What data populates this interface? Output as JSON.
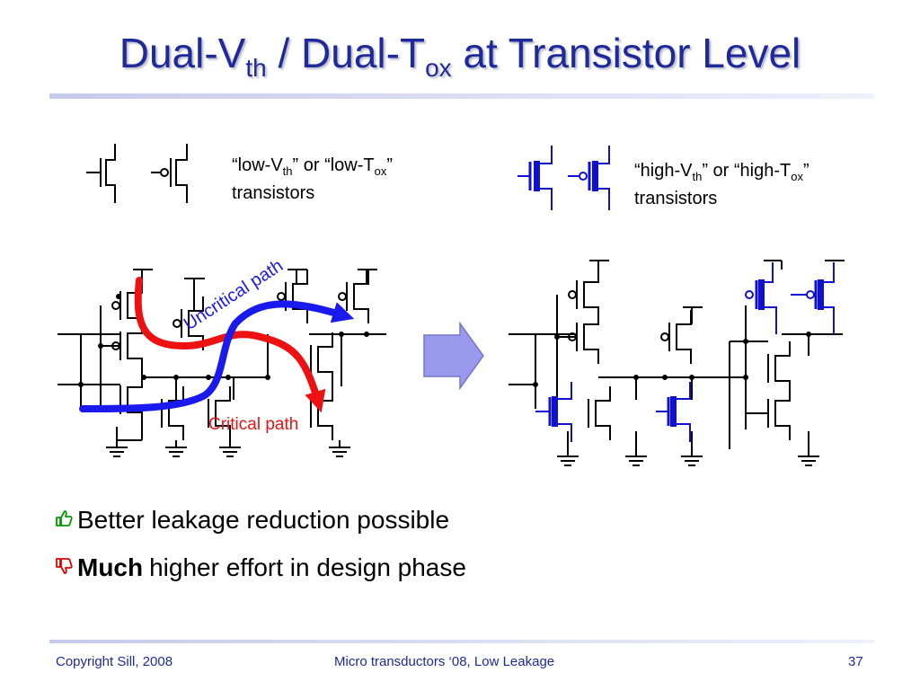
{
  "slide": {
    "title": {
      "part1": "Dual-V",
      "sub1": "th",
      "part2": " / Dual-T",
      "sub2": "ox",
      "part3": " at Transistor Level"
    },
    "legend_low": {
      "q1": "“low-V",
      "sub1": "th",
      "q2": "” or “low-T",
      "sub2": "ox",
      "q3": "”",
      "line2": "transistors"
    },
    "legend_high": {
      "q1": "“high-V",
      "sub1": "th",
      "q2": "” or “high-T",
      "sub2": "ox",
      "q3": "”",
      "line2": "transistors"
    },
    "labels": {
      "uncritical": "Uncritical path",
      "critical": "Critical path"
    },
    "colors": {
      "title": "#1f2a9a",
      "high_vth": "#1010d0",
      "uncritical_arrow": "#1a1aee",
      "critical_arrow": "#ee1111",
      "critical_label": "#ee1111",
      "uncritical_label": "#1a1aee",
      "pro_icon": "#009900",
      "con_icon": "#dd0000"
    },
    "bullets": [
      {
        "icon": "thumbs-up-icon",
        "bold": "",
        "text": "Better leakage reduction possible"
      },
      {
        "icon": "thumbs-down-icon",
        "bold": "Much",
        "text": "higher effort in design phase"
      }
    ],
    "footer": {
      "left": "Copyright Sill, 2008",
      "center": "Micro transductors ‘08, Low Leakage",
      "page": "37"
    }
  }
}
